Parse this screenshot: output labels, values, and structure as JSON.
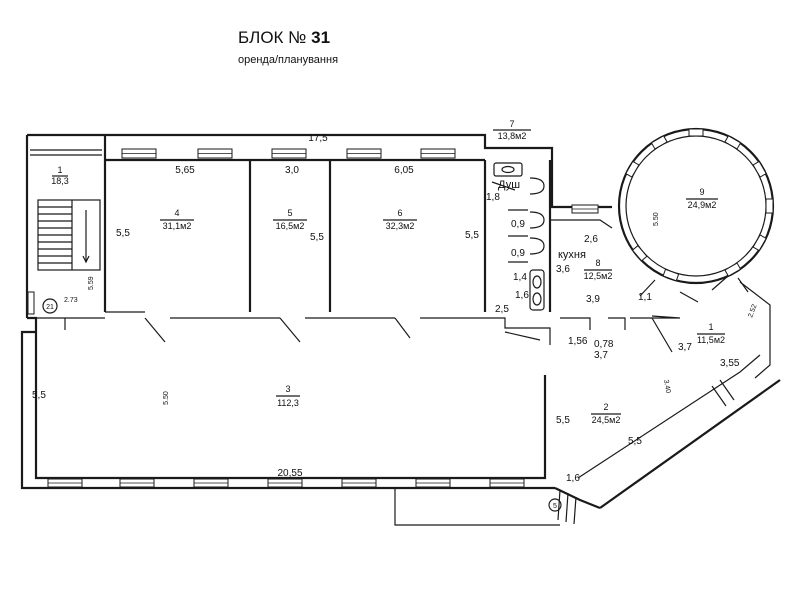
{
  "header": {
    "title_prefix": "БЛОК №",
    "title_number": "31",
    "subtitle": "оренда/планування"
  },
  "rooms": [
    {
      "id": "1",
      "number": "1",
      "area": "18,3"
    },
    {
      "id": "4",
      "number": "4",
      "area": "31,1м2"
    },
    {
      "id": "5a",
      "number": "5",
      "area": "16,5м2"
    },
    {
      "id": "6",
      "number": "6",
      "area": "32,3м2"
    },
    {
      "id": "7",
      "number": "7",
      "area": "13,8м2"
    },
    {
      "id": "8",
      "number": "8",
      "area": "12,5м2"
    },
    {
      "id": "9",
      "number": "9",
      "area": "24,9м2"
    },
    {
      "id": "3",
      "number": "3",
      "area": "112,3"
    },
    {
      "id": "2",
      "number": "2",
      "area": "24,5м2"
    },
    {
      "id": "1b",
      "number": "1",
      "area": "11,5м2"
    }
  ],
  "labels": {
    "shower": "Душ",
    "kitchen": "кухня"
  },
  "markers": {
    "stair": "21",
    "entry": "5"
  },
  "dimensions": {
    "top_17_5": "17,5",
    "d_5_65": "5,65",
    "d_3_0": "3,0",
    "d_6_05": "6,05",
    "d_5_5_r4": "5,5",
    "d_5_5_r5": "5,5",
    "d_5_5_r6": "5,5",
    "d_1_8": "1,8",
    "d_0_9a": "0,9",
    "d_0_9b": "0,9",
    "d_1_4": "1,4",
    "d_1_6a": "1,6",
    "d_2_5": "2,5",
    "d_2_6": "2,6",
    "d_3_6": "3,6",
    "d_3_9": "3,9",
    "d_1_1": "1,1",
    "d_1_56": "1,56",
    "d_0_78": "0,78",
    "d_3_7a": "3,7",
    "d_3_7b": "3,7",
    "d_5_5_left": "5,5",
    "d_5_50_mid": "5.50",
    "d_20_55": "20,55",
    "d_5_5_r2a": "5,5",
    "d_5_5_r2b": "5,5",
    "d_3_55": "3,55",
    "d_1_6b": "1,6",
    "d_2_73": "2.73",
    "d_5_59": "5.59",
    "d_5_50_circ": "5.50",
    "d_2_52": "2.52",
    "d_3_40": "3.40"
  }
}
